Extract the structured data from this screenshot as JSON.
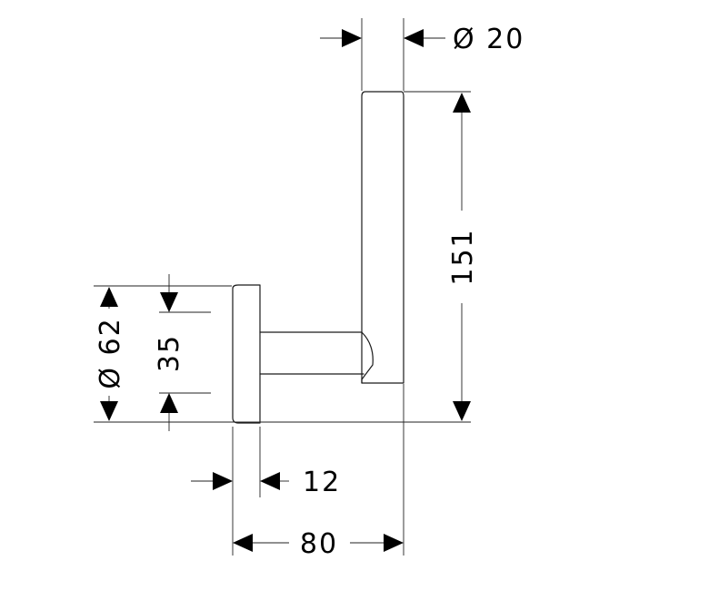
{
  "dimensions": {
    "pin_diameter": "Ø 20",
    "height": "151",
    "rosette_diameter": "Ø 62",
    "arm_diameter": "35",
    "rosette_thickness": "12",
    "projection": "80"
  }
}
